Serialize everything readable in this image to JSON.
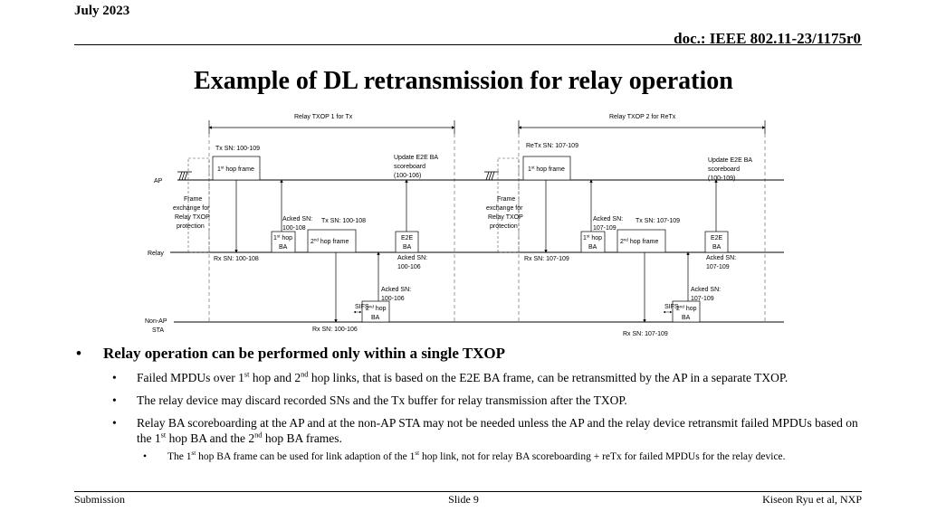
{
  "header": {
    "date": "July 2023",
    "doc": "doc.: IEEE 802.11-23/1175r0"
  },
  "title": "Example of DL retransmission for relay operation",
  "diagram": {
    "txop1_label": "Relay TXOP 1 for Tx",
    "txop2_label": "Relay TXOP 2 for ReTx",
    "rows": {
      "ap": "AP",
      "relay": "Relay",
      "nonap_1": "Non-AP",
      "nonap_2": "STA"
    },
    "part1": {
      "tx_sn": "Tx SN: 100-109",
      "hop1_frame": {
        "pre": "1",
        "sup": "st",
        "post": " hop frame"
      },
      "update_1": "Update E2E BA",
      "update_2": "scoreboard",
      "update_3": "(100-106)",
      "frame_ex_1": "Frame",
      "frame_ex_2": "exchange for",
      "frame_ex_3": "Relay TXOP",
      "frame_ex_4": "protection",
      "acked_a_1": "Acked SN:",
      "acked_a_2": "100-108",
      "tx_sn_relay": "Tx SN: 100-108",
      "hop1_ba": {
        "pre": "1",
        "sup": "st",
        "post": " hop",
        "line2": "BA"
      },
      "hop2_frame": {
        "pre": "2",
        "sup": "nd",
        "post": " hop frame"
      },
      "e2e_ba_1": "E2E",
      "e2e_ba_2": "BA",
      "rx_sn_relay": "Rx SN: 100-108",
      "acked_b_1": "Acked SN:",
      "acked_b_2": "100-106",
      "acked_c_1": "Acked SN:",
      "acked_c_2": "100-106",
      "sifs": "SIFS",
      "hop2_ba": {
        "pre": "2",
        "sup": "nd",
        "post": " hop",
        "line2": "BA"
      },
      "rx_sn_sta": "Rx SN: 100-106"
    },
    "part2": {
      "tx_sn": "ReTx SN: 107-109",
      "hop1_frame": {
        "pre": "1",
        "sup": "st",
        "post": " hop frame"
      },
      "update_1": "Update E2E BA",
      "update_2": "scoreboard",
      "update_3": "(100-109)",
      "frame_ex_1": "Frame",
      "frame_ex_2": "exchange for",
      "frame_ex_3": "Relay TXOP",
      "frame_ex_4": "protection",
      "acked_a_1": "Acked SN:",
      "acked_a_2": "107-109",
      "tx_sn_relay": "Tx SN: 107-109",
      "hop1_ba": {
        "pre": "1",
        "sup": "st",
        "post": " hop",
        "line2": "BA"
      },
      "hop2_frame": {
        "pre": "2",
        "sup": "nd",
        "post": " hop frame"
      },
      "e2e_ba_1": "E2E",
      "e2e_ba_2": "BA",
      "rx_sn_relay": "Rx SN: 107-109",
      "acked_b_1": "Acked SN:",
      "acked_b_2": "107-109",
      "acked_c_1": "Acked SN:",
      "acked_c_2": "107-109",
      "sifs": "SIFS",
      "hop2_ba": {
        "pre": "2",
        "sup": "nd",
        "post": " hop",
        "line2": "BA"
      },
      "rx_sn_sta": "Rx SN: 107-109"
    }
  },
  "bullets": {
    "main": "Relay operation can be performed only within a single TXOP",
    "s1": {
      "a": "Failed MPDUs over 1",
      "a_sup": "st",
      "b": " hop and 2",
      "b_sup": "nd",
      "c": " hop links, that is based on the E2E BA frame, can be retransmitted by the AP in a separate TXOP."
    },
    "s2": "The relay device may discard recorded SNs and the Tx buffer for relay transmission after the TXOP.",
    "s3": {
      "a": "Relay BA scoreboarding at the AP and at the non-AP STA may not be needed unless the AP and the relay device retransmit failed MPDUs based on the 1",
      "a_sup": "st",
      "b": " hop BA and the 2",
      "b_sup": "nd",
      "c": " hop BA frames."
    },
    "s4": {
      "a": "The 1",
      "a_sup": "st",
      "b": " hop BA frame can be used for link adaption of the 1",
      "b_sup": "st",
      "c": " hop link, not for relay BA scoreboarding + reTx for failed MPDUs for the relay device."
    }
  },
  "footer": {
    "left": "Submission",
    "center": "Slide 9",
    "right": "Kiseon Ryu et al, NXP"
  }
}
